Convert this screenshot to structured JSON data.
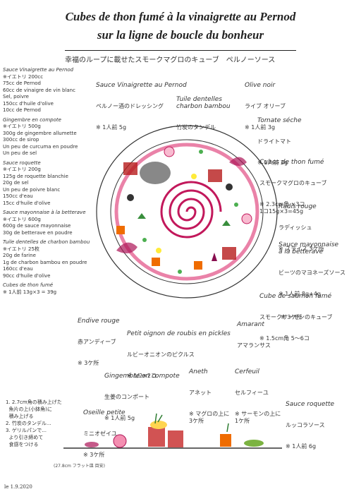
{
  "title_line1": "Cubes de thon fumé à la vinaigrette au Pernod",
  "title_line2": "sur la ligne de boucle du bonheur",
  "subtitle": "幸福のループに載せたスモークマグロのキューブ　ペルノーソース",
  "side_recipes": [
    {
      "heading": "Sauce Vinaigrette au Pernod",
      "lines": [
        "※イエトリ 200cc",
        "75cc de Pernod",
        "60cc de vinaigre de vin blanc",
        "Sel, poivre",
        "150cc d'huile d'olive",
        "10cc de Pernod"
      ]
    },
    {
      "heading": "Gingembre en compote",
      "lines": [
        "※イエトリ 500g",
        "300g de gingembre allumette",
        "300cc de sirop",
        "Un peu de curcuma en poudre",
        "Un peu de sel"
      ]
    },
    {
      "heading": "Sauce roquette",
      "lines": [
        "※イエトリ 200g",
        "125g de roquette blanchie",
        "20g de sel",
        "Un peu de poivre blanc",
        "150cc d'eau",
        "15cc d'huile d'olive"
      ]
    },
    {
      "heading": "Sauce mayonnaise à la betterave",
      "lines": [
        "※イエトリ 600g",
        "600g de sauce mayonnaise",
        "30g de betterave en poudre"
      ]
    },
    {
      "heading": "Tuile dentelles de charbon bambou",
      "lines": [
        "※イエトリ 25枚",
        "20g de farine",
        "1g de charbon bambou en poudre",
        "160cc d'eau",
        "90cc d'huile d'olive"
      ]
    },
    {
      "heading": "Cubes de thon fumé",
      "lines": [
        "※ 1人前 13g×3 = 39g"
      ]
    }
  ],
  "labels": {
    "vinaigrette": {
      "fr": "Sauce Vinaigrette au Pernod",
      "jp": "ペルノー酒のドレッシング",
      "qty": "※ 1人前 5g"
    },
    "tuile": {
      "fr": "Tuile dentelles\ncharbon bambou",
      "jp": "竹炭のタンデル"
    },
    "olive": {
      "fr": "Olive noir",
      "jp": "ライブ オリーブ",
      "qty": "※ 1人前 3g"
    },
    "tomate": {
      "fr": "Tomate séche",
      "jp": "ドライトマト",
      "qty": "※ 1人前 2g"
    },
    "cubes": {
      "fr": "Cubes de thon fumé",
      "jp": "スモークマグロのキューブ",
      "qty": "※ 2.3cm角 ×3コ\n1コ15g×3=45g"
    },
    "radis": {
      "fr": "Radis rouge",
      "jp": "ラディッシュ",
      "qty": "※ スライス 3ケ所"
    },
    "mayo": {
      "fr": "Sauce mayonnaise\nà la betterave",
      "jp": "ビーツのマヨネーズソース",
      "qty": "※ 1人前 8g+4g"
    },
    "saumon": {
      "fr": "Cube de saumon fumé",
      "jp": "スモークサーモンのキューブ",
      "qty": "※ 1.5cm角 5～6コ"
    },
    "amarant": {
      "fr": "Amarant",
      "jp": "アマランサス",
      "qty": "※ 3ケ所"
    },
    "petit_oignon": {
      "fr": "Petit oignon de roubis en pickles",
      "jp": "ルビーオニオンのピクルス",
      "qty": "※ 1/2×2コ"
    },
    "endive": {
      "fr": "Endive rouge",
      "jp": "赤アンディーブ",
      "qty": "※ 3ケ所"
    },
    "gingembre": {
      "fr": "Gingembre en compote",
      "jp": "生姜のコンポート",
      "qty": "※ 1人前 5g"
    },
    "aneth": {
      "fr": "Aneth",
      "jp": "アネット",
      "qty": "※ マグロの上に\n3ケ所"
    },
    "cerfeuil": {
      "fr": "Cerfeuil",
      "jp": "セルフィーユ",
      "qty": "※ サーモンの上に\n1ケ所"
    },
    "roquette": {
      "fr": "Sauce roquette",
      "jp": "ルッコラソース",
      "qty": "※ 1人前 6g"
    },
    "oseille": {
      "fr": "Oseille petite",
      "jp": "ミニオゼイユ",
      "qty": "※ 3ケ所"
    }
  },
  "notes": "1. 2.7cm角の積み上げた\n  魚片の上(小鉢角)に\n  積み上げる\n2. 竹炭のタンデル...\n3. ゲリルパンで...\n  より引き締めて\n  食感をつける",
  "footnote": "(27.8cm フラット皿 目安)",
  "date": "le 1.9.2020",
  "colors": {
    "rim": "#c2185b",
    "spiral": "#e91e63",
    "plate_line": "#333333",
    "accent_green": "#4caf50",
    "accent_yellow": "#ffeb3b"
  }
}
